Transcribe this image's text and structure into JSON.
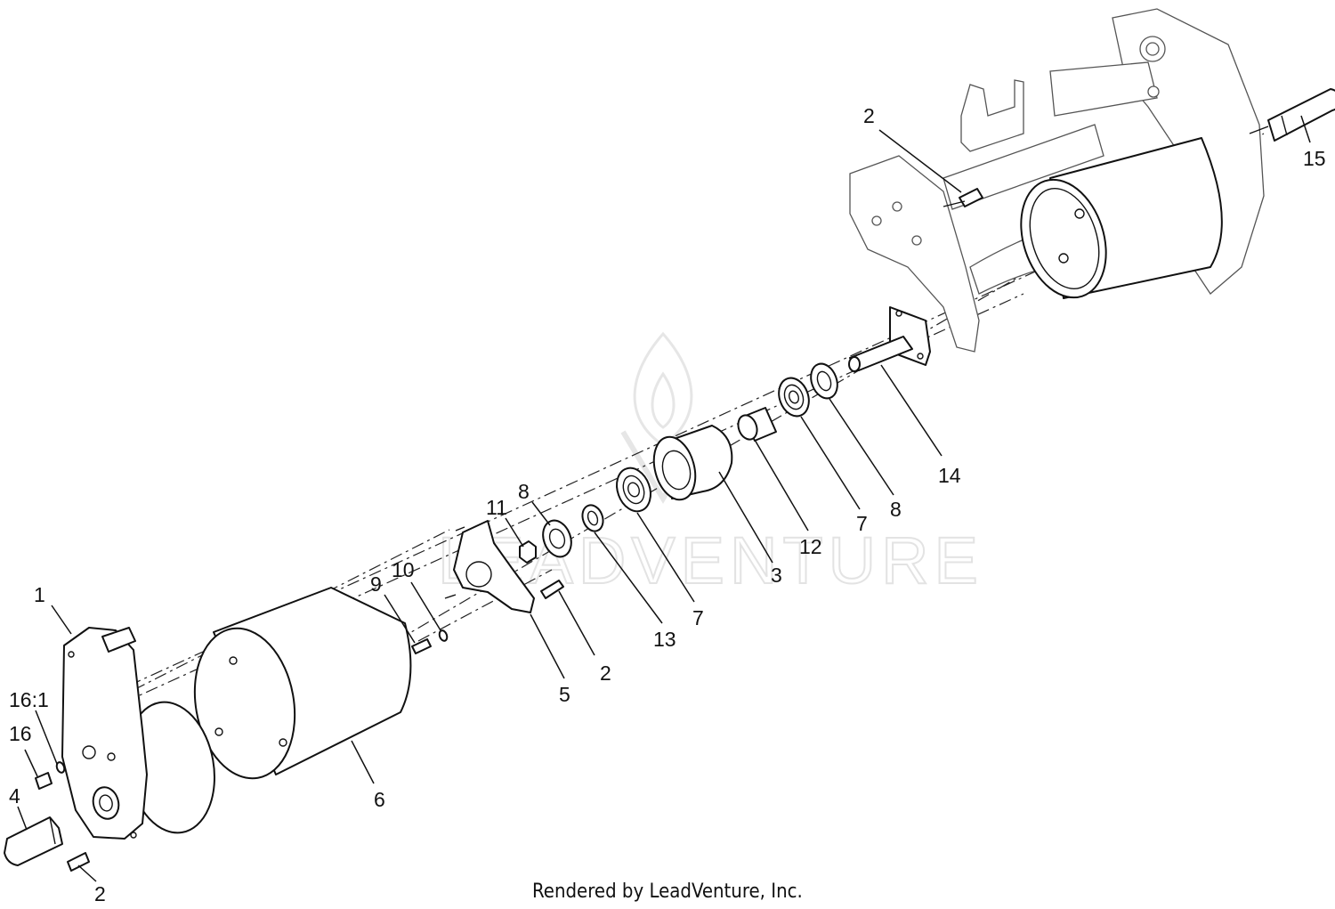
{
  "watermark": {
    "text": "LEADVENTURE"
  },
  "credit": {
    "text": "Rendered by LeadVenture, Inc."
  },
  "callouts": [
    {
      "id": "c1",
      "label": "1"
    },
    {
      "id": "c16-1",
      "label": "16:1"
    },
    {
      "id": "c16",
      "label": "16"
    },
    {
      "id": "c4",
      "label": "4"
    },
    {
      "id": "c2-bottom",
      "label": "2"
    },
    {
      "id": "c6",
      "label": "6"
    },
    {
      "id": "c9",
      "label": "9"
    },
    {
      "id": "c10",
      "label": "10"
    },
    {
      "id": "c5",
      "label": "5"
    },
    {
      "id": "c2-mid",
      "label": "2"
    },
    {
      "id": "c11",
      "label": "11"
    },
    {
      "id": "c8-left",
      "label": "8"
    },
    {
      "id": "c13",
      "label": "13"
    },
    {
      "id": "c7-left",
      "label": "7"
    },
    {
      "id": "c3",
      "label": "3"
    },
    {
      "id": "c12",
      "label": "12"
    },
    {
      "id": "c7-right",
      "label": "7"
    },
    {
      "id": "c8-right",
      "label": "8"
    },
    {
      "id": "c14",
      "label": "14"
    },
    {
      "id": "c2-top",
      "label": "2"
    },
    {
      "id": "c15",
      "label": "15"
    }
  ]
}
